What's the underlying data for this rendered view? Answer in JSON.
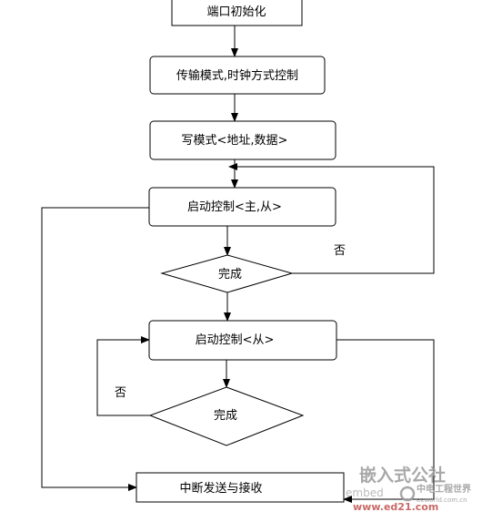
{
  "nodes": {
    "init": "端口初始化",
    "mode": "传输模式,时钟方式控制",
    "write": "写模式<地址,数据>",
    "start_master": "启动控制<主,从>",
    "done1": "完成",
    "start_slave": "启动控制<从>",
    "done2": "完成",
    "irq": "中断发送与接收"
  },
  "edge_labels": {
    "no1": "否",
    "no2": "否"
  },
  "watermark": {
    "line1": "嵌入式公社",
    "line2": "中电工程世界",
    "line3": "eeworld.com.cn",
    "line4": "www.ed21.com",
    "line5": "embed"
  },
  "colors": {
    "stroke": "#000000",
    "fill": "#ffffff",
    "watermark": "#9a9a9a",
    "watermark_red": "#c0504d"
  }
}
